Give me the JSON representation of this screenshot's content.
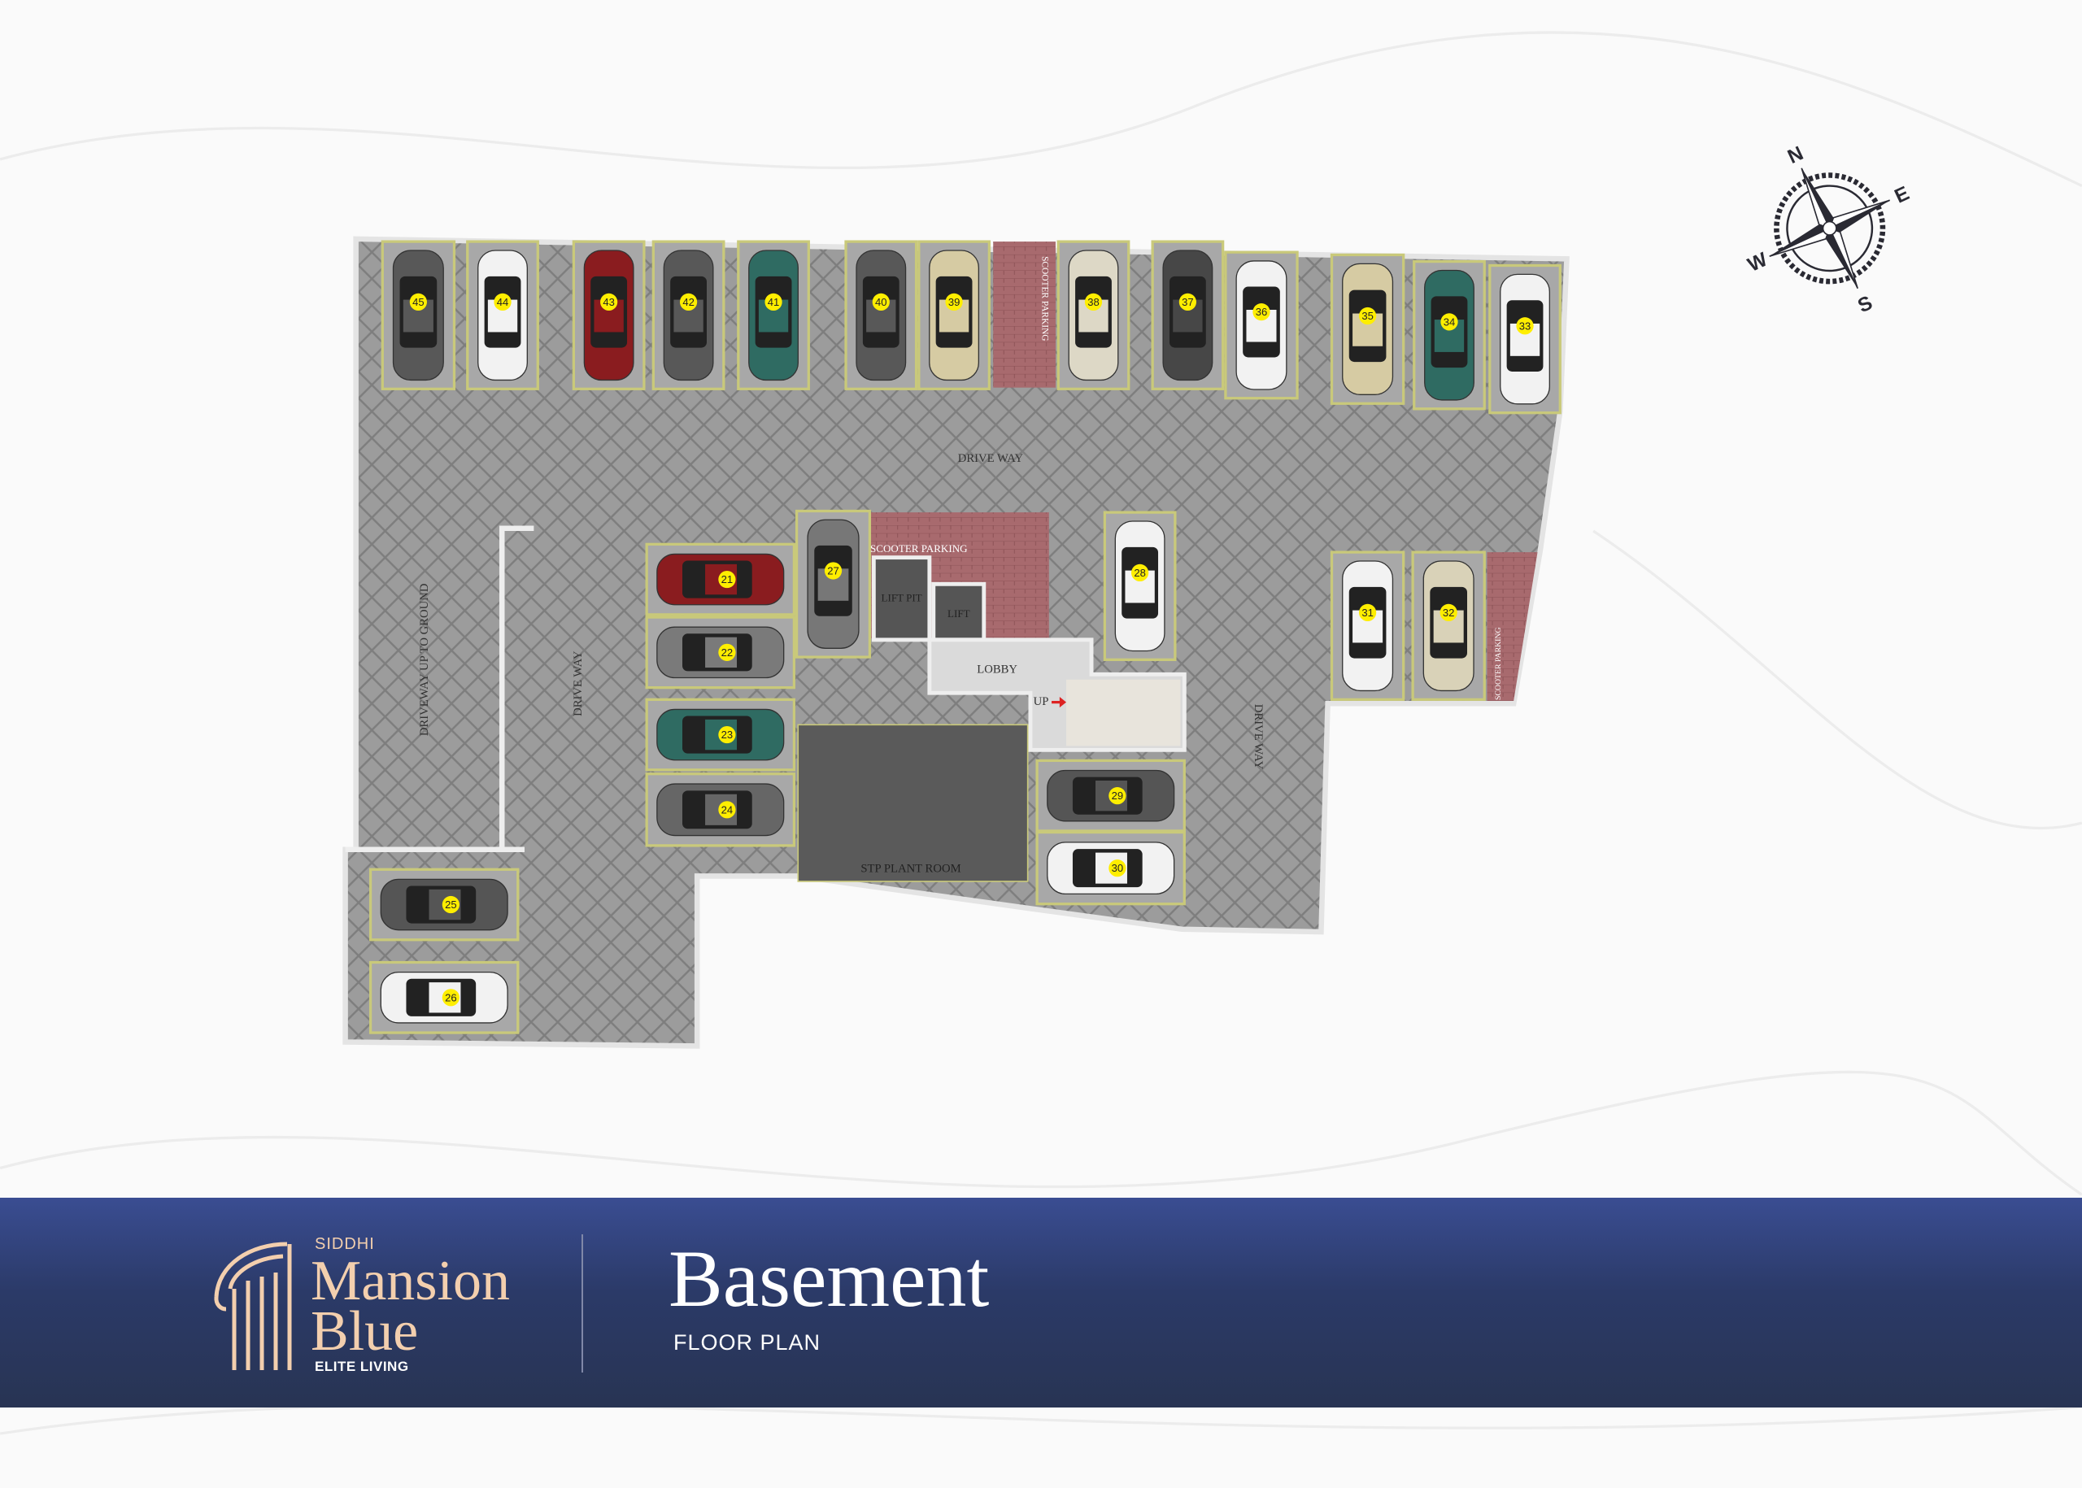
{
  "plan": {
    "labels": {
      "driveway_top": "DRIVE WAY",
      "driveway_ramp": "DRIVEWAY UP TO GROUND",
      "driveway_left": "DRIVE WAY",
      "driveway_right": "DRIVE WAY",
      "scooter_center": "SCOOTER PARKING",
      "scooter_top": "SCOOTER PARKING",
      "scooter_right": "SCOOTER PARKING",
      "lift_pit": "LIFT PIT",
      "lift": "LIFT",
      "lobby": "LOBBY",
      "up": "UP",
      "stp": "STP PLANT ROOM"
    },
    "spaces": [
      {
        "id": "45",
        "color": "#585858"
      },
      {
        "id": "44",
        "color": "#f2f2f2"
      },
      {
        "id": "43",
        "color": "#8a1c1f"
      },
      {
        "id": "42",
        "color": "#585858"
      },
      {
        "id": "41",
        "color": "#2f6b62"
      },
      {
        "id": "40",
        "color": "#585858"
      },
      {
        "id": "39",
        "color": "#d6cba3"
      },
      {
        "id": "38",
        "color": "#ddd8c6"
      },
      {
        "id": "37",
        "color": "#474747"
      },
      {
        "id": "36",
        "color": "#f2f2f2"
      },
      {
        "id": "35",
        "color": "#d6cba3"
      },
      {
        "id": "34",
        "color": "#2f6b62"
      },
      {
        "id": "33",
        "color": "#f2f2f2"
      },
      {
        "id": "21",
        "color": "#8a1c1f"
      },
      {
        "id": "22",
        "color": "#7a7a7a"
      },
      {
        "id": "23",
        "color": "#2f6b62"
      },
      {
        "id": "24",
        "color": "#666666"
      },
      {
        "id": "27",
        "color": "#777777"
      },
      {
        "id": "28",
        "color": "#f2f2f2"
      },
      {
        "id": "29",
        "color": "#555555"
      },
      {
        "id": "30",
        "color": "#f2f2f2"
      },
      {
        "id": "31",
        "color": "#f2f2f2"
      },
      {
        "id": "32",
        "color": "#d9d2b8"
      },
      {
        "id": "25",
        "color": "#555555"
      },
      {
        "id": "26",
        "color": "#f2f2f2"
      }
    ],
    "compass": {
      "n": "N",
      "e": "E",
      "s": "S",
      "w": "W"
    }
  },
  "footer": {
    "brand_top": "SIDDHI",
    "brand_line1": "Mansion",
    "brand_line2": "Blue",
    "brand_tagline": "ELITE LIVING",
    "title": "Basement",
    "subtitle": "FLOOR PLAN"
  },
  "colors": {
    "footer": "#2f3d6e",
    "logo": "#f3cfae",
    "marker": "#ffee00",
    "slot": "#c9c97a"
  }
}
